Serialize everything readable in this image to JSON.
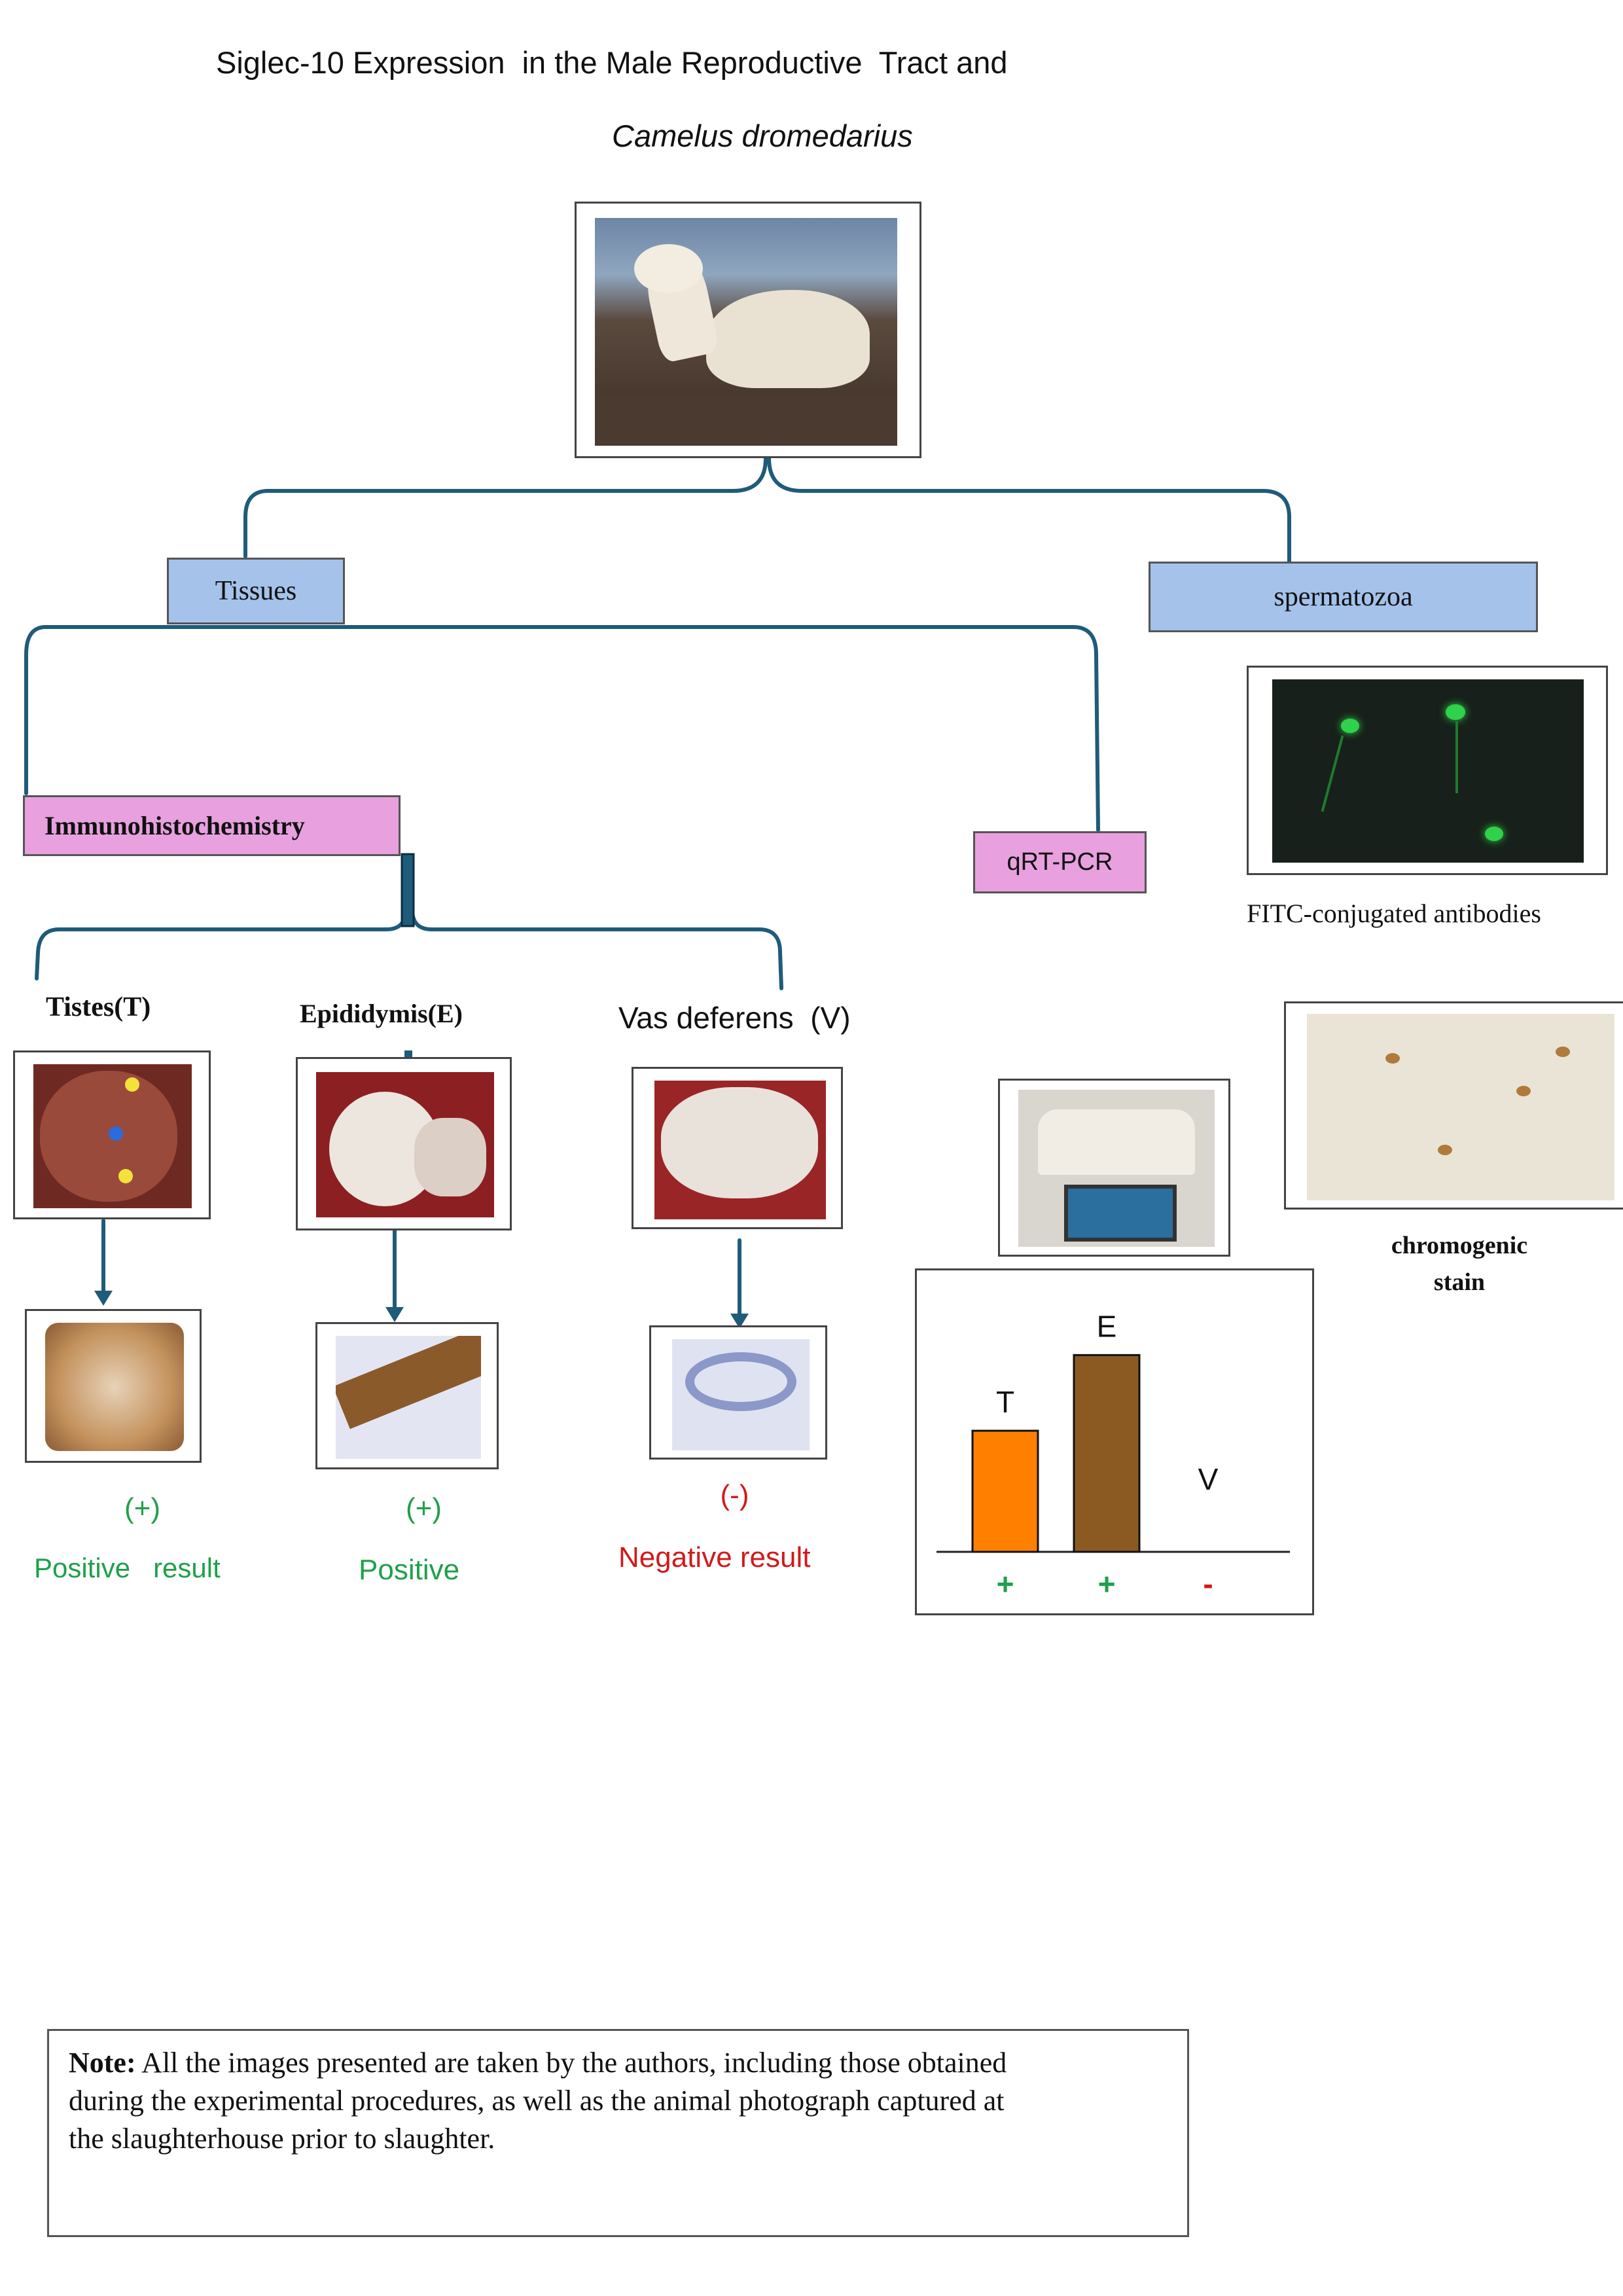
{
  "title": {
    "line1": "Siglec-10 Expression  in the Male Reproductive  Tract and",
    "line2": "Camelus dromedarius"
  },
  "nodes": {
    "tissues": "Tissues",
    "spermatozoa": "spermatozoa",
    "ihc": "Immunohistochemistry",
    "qrtpcr": "qRT-PCR"
  },
  "tissues": {
    "testes": {
      "label": "Tistes(T)",
      "sign": "(+)",
      "result": "Positive   result"
    },
    "epididymis": {
      "label": "Epididymis(E)",
      "sign": "(+)",
      "result": "Positive"
    },
    "vas": {
      "label": "Vas deferens  (V)",
      "sign": "(-)",
      "result": "Negative result"
    }
  },
  "captions": {
    "fitc": "FITC-conjugated antibodies",
    "chromo_line1": "chromogenic",
    "chromo_line2": "stain"
  },
  "chart_data": {
    "type": "bar",
    "categories": [
      "T",
      "E",
      "V"
    ],
    "values": [
      2.0,
      3.25,
      0
    ],
    "signs": [
      "+",
      "+",
      "-"
    ],
    "sign_colors": [
      "#1fa04a",
      "#1fa04a",
      "#d11a1a"
    ],
    "colors": [
      "#ff8000",
      "#8b5a22",
      "#000000"
    ],
    "ylim": [
      0,
      4
    ],
    "title": "",
    "xlabel": "",
    "ylabel": ""
  },
  "note": {
    "label": "Note:",
    "line1": " All the images presented are taken by the authors, including those obtained",
    "line2": "during the experimental procedures, as well as the animal photograph captured at",
    "line3": "the slaughterhouse prior to slaughter."
  },
  "colors": {
    "connector": "#1f5b7a",
    "positive": "#1fa04a",
    "negative": "#d11a1a",
    "node_blue": "#a4c2ea",
    "node_pink": "#e8a0df"
  }
}
